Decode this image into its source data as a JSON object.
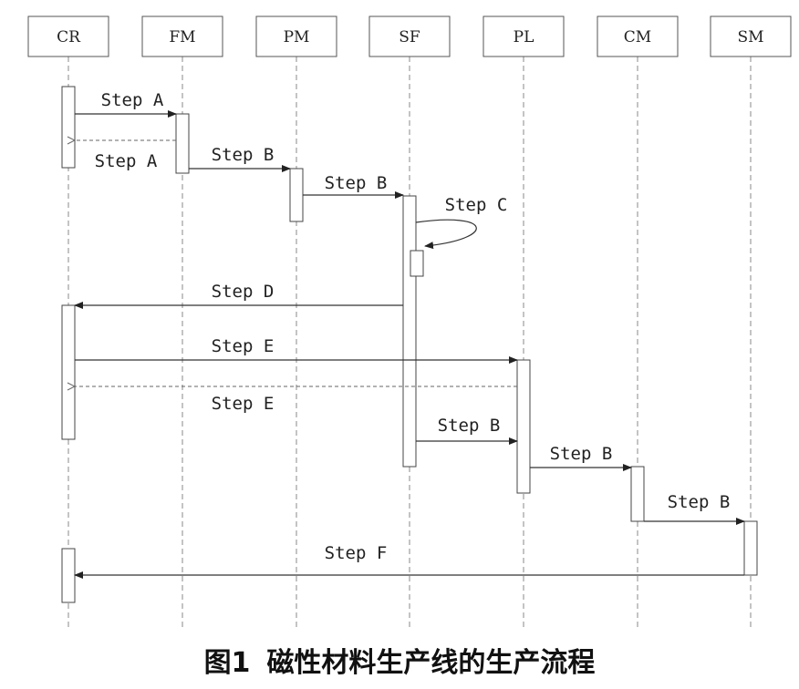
{
  "participants": [
    "CR",
    "FM",
    "PM",
    "SF",
    "PL",
    "CM",
    "SM"
  ],
  "messages": [
    {
      "from": "CR",
      "to": "FM",
      "label": "Step A",
      "kind": "call"
    },
    {
      "from": "FM",
      "to": "CR",
      "label": "Step A",
      "kind": "return"
    },
    {
      "from": "FM",
      "to": "PM",
      "label": "Step B",
      "kind": "call"
    },
    {
      "from": "PM",
      "to": "SF",
      "label": "Step B",
      "kind": "call"
    },
    {
      "from": "SF",
      "to": "SF",
      "label": "Step C",
      "kind": "self"
    },
    {
      "from": "SF",
      "to": "CR",
      "label": "Step D",
      "kind": "call"
    },
    {
      "from": "CR",
      "to": "PL",
      "label": "Step E",
      "kind": "call"
    },
    {
      "from": "PL",
      "to": "CR",
      "label": "Step E",
      "kind": "return"
    },
    {
      "from": "SF",
      "to": "PL",
      "label": "Step B",
      "kind": "call"
    },
    {
      "from": "PL",
      "to": "CM",
      "label": "Step B",
      "kind": "call"
    },
    {
      "from": "CM",
      "to": "SM",
      "label": "Step B",
      "kind": "call"
    },
    {
      "from": "SM",
      "to": "CR",
      "label": "Step F",
      "kind": "call"
    }
  ],
  "caption": {
    "figure_number": "图1",
    "title": "磁性材料生产线的生产流程"
  }
}
